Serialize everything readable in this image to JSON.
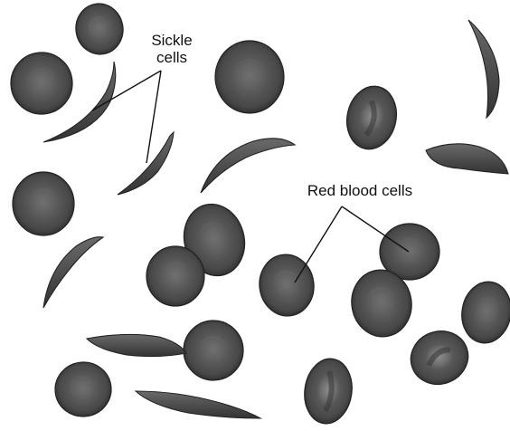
{
  "labels": {
    "sickle_line1": "Sickle",
    "sickle_line2": "cells",
    "red_blood_cells": "Red blood cells"
  },
  "colors": {
    "cell_outer": "#3a3a3a",
    "cell_mid": "#5e5e5e",
    "cell_center": "#8a8a8a",
    "sickle_fill": "#555555",
    "leader_line": "#111111"
  }
}
